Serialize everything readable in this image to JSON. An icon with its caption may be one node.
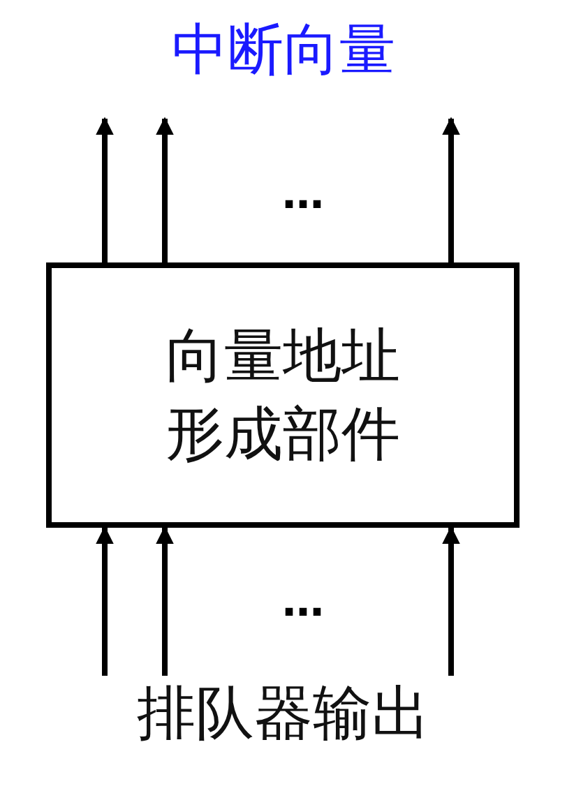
{
  "diagram": {
    "title": "中断向量",
    "nodes": [
      {
        "text": [
          "向量地址形成部件"
        ]
      },
      {
        "text": [
          "排队器输出"
        ]
      }
    ],
    "edges": [
      {
        "from": 1,
        "to": 0,
        "arrow": "to"
      },
      {
        "from": 1,
        "to": 0,
        "arrow": "to"
      },
      {
        "from": 1,
        "to": 0,
        "arrow": "to"
      },
      {
        "from": 0,
        "to": null,
        "arrow": "to"
      },
      {
        "from": 0,
        "to": null,
        "arrow": "to"
      },
      {
        "from": 0,
        "to": null,
        "arrow": "to"
      }
    ],
    "labels": [
      "…",
      "…"
    ]
  }
}
